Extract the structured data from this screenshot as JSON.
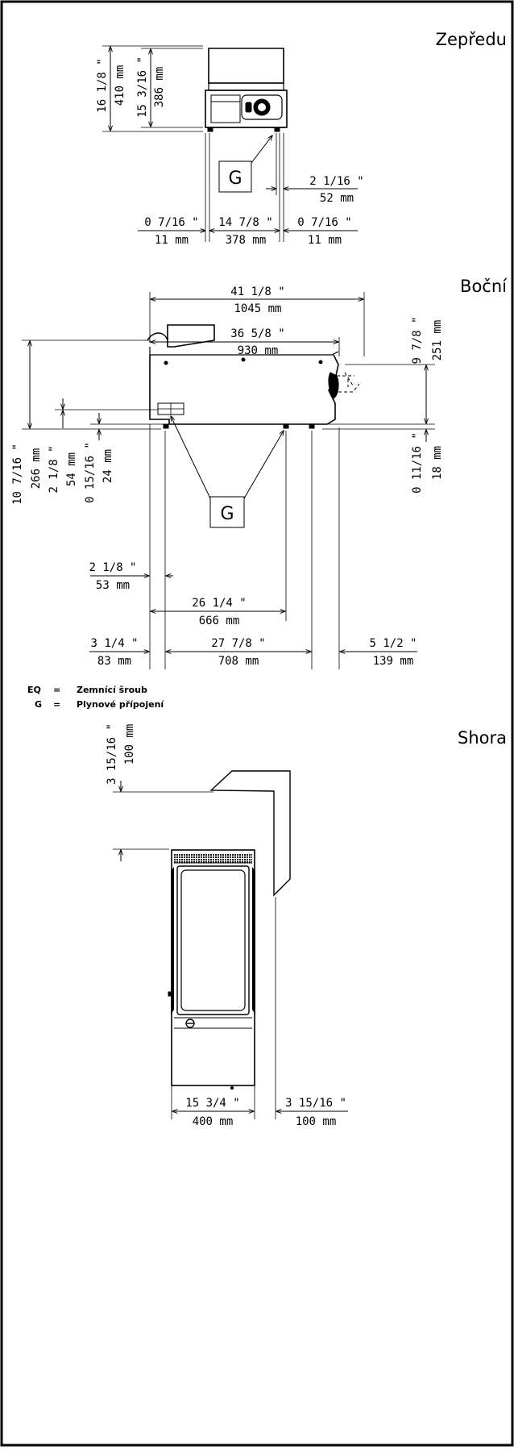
{
  "views": {
    "front": {
      "title": "Zepředu",
      "height_total_in": "16 1/8 \"",
      "height_total_mm": "410 mm",
      "height_body_in": "15 3/16 \"",
      "height_body_mm": "386 mm",
      "gas_label": "G",
      "gas_offset_in": "2 1/16 \"",
      "gas_offset_mm": "52 mm",
      "left_margin_in": "0 7/16 \"",
      "left_margin_mm": "11 mm",
      "width_in": "14 7/8 \"",
      "width_mm": "378 mm",
      "right_margin_in": "0 7/16 \"",
      "right_margin_mm": "11 mm"
    },
    "side": {
      "title": "Boční",
      "depth_total_in": "41 1/8 \"",
      "depth_total_mm": "1045 mm",
      "depth_body_in": "36 5/8 \"",
      "depth_body_mm": "930 mm",
      "top_clearance_in": "9 7/8 \"",
      "top_clearance_mm": "251 mm",
      "height_in": "10 7/16 \"",
      "height_mm": "266 mm",
      "gas_height_in": "2 1/8 \"",
      "gas_height_mm": "54 mm",
      "foot_height_in": "0 15/16 \"",
      "foot_height_mm": "24 mm",
      "base_offset_in": "0 11/16 \"",
      "base_offset_mm": "18 mm",
      "gas_label": "G",
      "front_gas_in": "2 1/8 \"",
      "front_gas_mm": "53 mm",
      "rear_gas_in": "26 1/4 \"",
      "rear_gas_mm": "666 mm",
      "front_foot_in": "3 1/4 \"",
      "front_foot_mm": "83 mm",
      "foot_span_in": "27 7/8 \"",
      "foot_span_mm": "708 mm",
      "rear_foot_in": "5 1/2 \"",
      "rear_foot_mm": "139 mm"
    },
    "top": {
      "title": "Shora",
      "rear_clearance_in": "3 15/16 \"",
      "rear_clearance_mm": "100 mm",
      "width_in": "15 3/4 \"",
      "width_mm": "400 mm",
      "side_clearance_in": "3 15/16 \"",
      "side_clearance_mm": "100 mm"
    }
  },
  "legend": [
    {
      "code": "EQ",
      "sep": "=",
      "text": "Zemnící šroub"
    },
    {
      "code": "G",
      "sep": "=",
      "text": "Plynové přípojení"
    }
  ]
}
